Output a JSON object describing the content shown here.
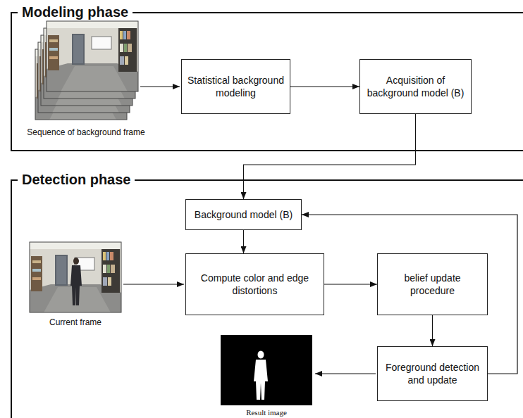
{
  "diagram": {
    "nodes": [
      {
        "text": [
          "Modeling phase"
        ]
      },
      {
        "text": [
          "Statistical background modeling"
        ],
        "in": 0
      },
      {
        "text": [
          "Acquisition of background model (B)"
        ],
        "in": 0
      },
      {
        "text": [
          "Detection phase"
        ]
      },
      {
        "text": [
          "Background model (B)"
        ],
        "in": 3
      },
      {
        "text": [
          "Compute color and edge distortions"
        ],
        "in": 3
      },
      {
        "text": [
          "belief update procedure"
        ],
        "in": 3
      },
      {
        "text": [
          "Foreground detection and update"
        ],
        "in": 3
      }
    ],
    "edges": [
      {
        "from": 1,
        "to": 2,
        "arrow": "to"
      },
      {
        "from": 2,
        "to": 4,
        "arrow": "to"
      },
      {
        "from": 4,
        "to": 5,
        "arrow": "to"
      },
      {
        "from": 5,
        "to": 6,
        "arrow": "to"
      },
      {
        "from": 6,
        "to": 7,
        "arrow": "to"
      },
      {
        "from": 7,
        "to": 4,
        "arrow": "to"
      }
    ],
    "labels": [
      "Sequence of background frame",
      "Current frame",
      "Result image"
    ]
  }
}
